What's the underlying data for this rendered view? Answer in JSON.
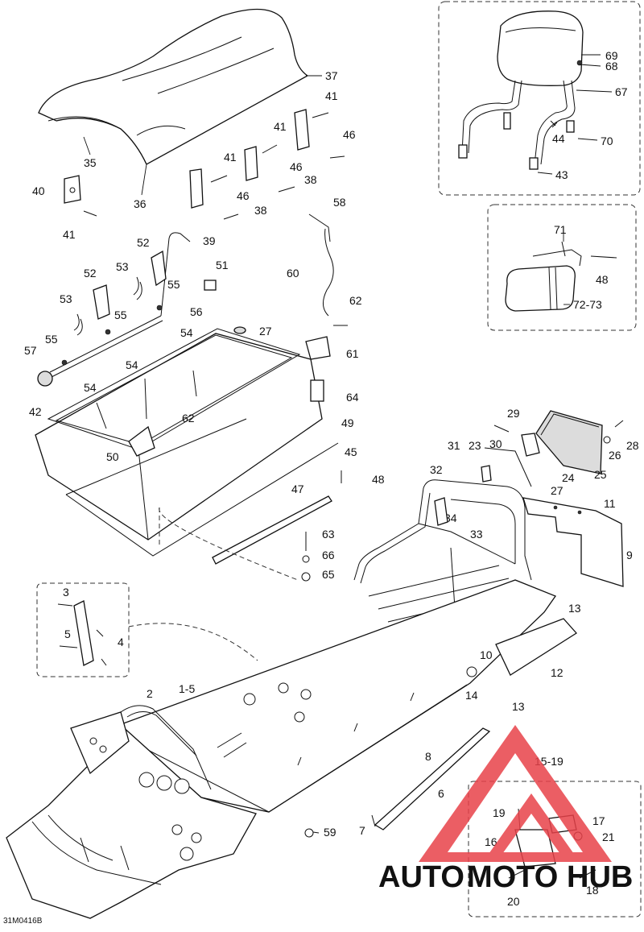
{
  "drawing_code": "31M0416B",
  "callouts": [
    {
      "id": "c37",
      "text": "37"
    },
    {
      "id": "c35",
      "text": "35"
    },
    {
      "id": "c36",
      "text": "36"
    },
    {
      "id": "c41a",
      "text": "41"
    },
    {
      "id": "c41b",
      "text": "41"
    },
    {
      "id": "c41c",
      "text": "41"
    },
    {
      "id": "c41d",
      "text": "41"
    },
    {
      "id": "c46a",
      "text": "46"
    },
    {
      "id": "c46b",
      "text": "46"
    },
    {
      "id": "c46c",
      "text": "46"
    },
    {
      "id": "c38a",
      "text": "38"
    },
    {
      "id": "c38b",
      "text": "38"
    },
    {
      "id": "c40",
      "text": "40"
    },
    {
      "id": "c39",
      "text": "39"
    },
    {
      "id": "c58",
      "text": "58"
    },
    {
      "id": "c60",
      "text": "60"
    },
    {
      "id": "c62a",
      "text": "62"
    },
    {
      "id": "c62b",
      "text": "62"
    },
    {
      "id": "c52a",
      "text": "52"
    },
    {
      "id": "c52b",
      "text": "52"
    },
    {
      "id": "c53a",
      "text": "53"
    },
    {
      "id": "c53b",
      "text": "53"
    },
    {
      "id": "c51",
      "text": "51"
    },
    {
      "id": "c55a",
      "text": "55"
    },
    {
      "id": "c55b",
      "text": "55"
    },
    {
      "id": "c55c",
      "text": "55"
    },
    {
      "id": "c56",
      "text": "56"
    },
    {
      "id": "c54a",
      "text": "54"
    },
    {
      "id": "c54b",
      "text": "54"
    },
    {
      "id": "c54c",
      "text": "54"
    },
    {
      "id": "c57",
      "text": "57"
    },
    {
      "id": "c27a",
      "text": "27"
    },
    {
      "id": "c61",
      "text": "61"
    },
    {
      "id": "c64",
      "text": "64"
    },
    {
      "id": "c42",
      "text": "42"
    },
    {
      "id": "c49",
      "text": "49"
    },
    {
      "id": "c50",
      "text": "50"
    },
    {
      "id": "c45",
      "text": "45"
    },
    {
      "id": "c48a",
      "text": "48"
    },
    {
      "id": "c47",
      "text": "47"
    },
    {
      "id": "c63",
      "text": "63"
    },
    {
      "id": "c66",
      "text": "66"
    },
    {
      "id": "c65",
      "text": "65"
    },
    {
      "id": "c69",
      "text": "69"
    },
    {
      "id": "c68",
      "text": "68"
    },
    {
      "id": "c67",
      "text": "67"
    },
    {
      "id": "c44",
      "text": "44"
    },
    {
      "id": "c70",
      "text": "70"
    },
    {
      "id": "c43",
      "text": "43"
    },
    {
      "id": "c71",
      "text": "71"
    },
    {
      "id": "c48b",
      "text": "48"
    },
    {
      "id": "c7273",
      "text": "72-73"
    },
    {
      "id": "c29",
      "text": "29"
    },
    {
      "id": "c28",
      "text": "28"
    },
    {
      "id": "c30",
      "text": "30"
    },
    {
      "id": "c26",
      "text": "26"
    },
    {
      "id": "c25",
      "text": "25"
    },
    {
      "id": "c31",
      "text": "31"
    },
    {
      "id": "c23",
      "text": "23"
    },
    {
      "id": "c32",
      "text": "32"
    },
    {
      "id": "c24",
      "text": "24"
    },
    {
      "id": "c27b",
      "text": "27"
    },
    {
      "id": "c34",
      "text": "34"
    },
    {
      "id": "c33",
      "text": "33"
    },
    {
      "id": "c11",
      "text": "11"
    },
    {
      "id": "c9",
      "text": "9"
    },
    {
      "id": "c3",
      "text": "3"
    },
    {
      "id": "c5",
      "text": "5"
    },
    {
      "id": "c4",
      "text": "4"
    },
    {
      "id": "c2",
      "text": "2"
    },
    {
      "id": "c15",
      "text": "1-5"
    },
    {
      "id": "c13a",
      "text": "13"
    },
    {
      "id": "c13b",
      "text": "13"
    },
    {
      "id": "c10",
      "text": "10"
    },
    {
      "id": "c12",
      "text": "12"
    },
    {
      "id": "c14",
      "text": "14"
    },
    {
      "id": "c8",
      "text": "8"
    },
    {
      "id": "c6",
      "text": "6"
    },
    {
      "id": "c7",
      "text": "7"
    },
    {
      "id": "c59",
      "text": "59"
    },
    {
      "id": "c1519",
      "text": "15-19"
    },
    {
      "id": "c19",
      "text": "19"
    },
    {
      "id": "c17",
      "text": "17"
    },
    {
      "id": "c16",
      "text": "16"
    },
    {
      "id": "c21",
      "text": "21"
    },
    {
      "id": "c20",
      "text": "20"
    },
    {
      "id": "c18",
      "text": "18"
    }
  ],
  "watermark": {
    "part1": "AUTO",
    "part2": "MOTO",
    "part3": "HUB",
    "color_red": "#e8424a",
    "color_orange": "#f2a93b",
    "color_dark": "#3a3a3a"
  }
}
